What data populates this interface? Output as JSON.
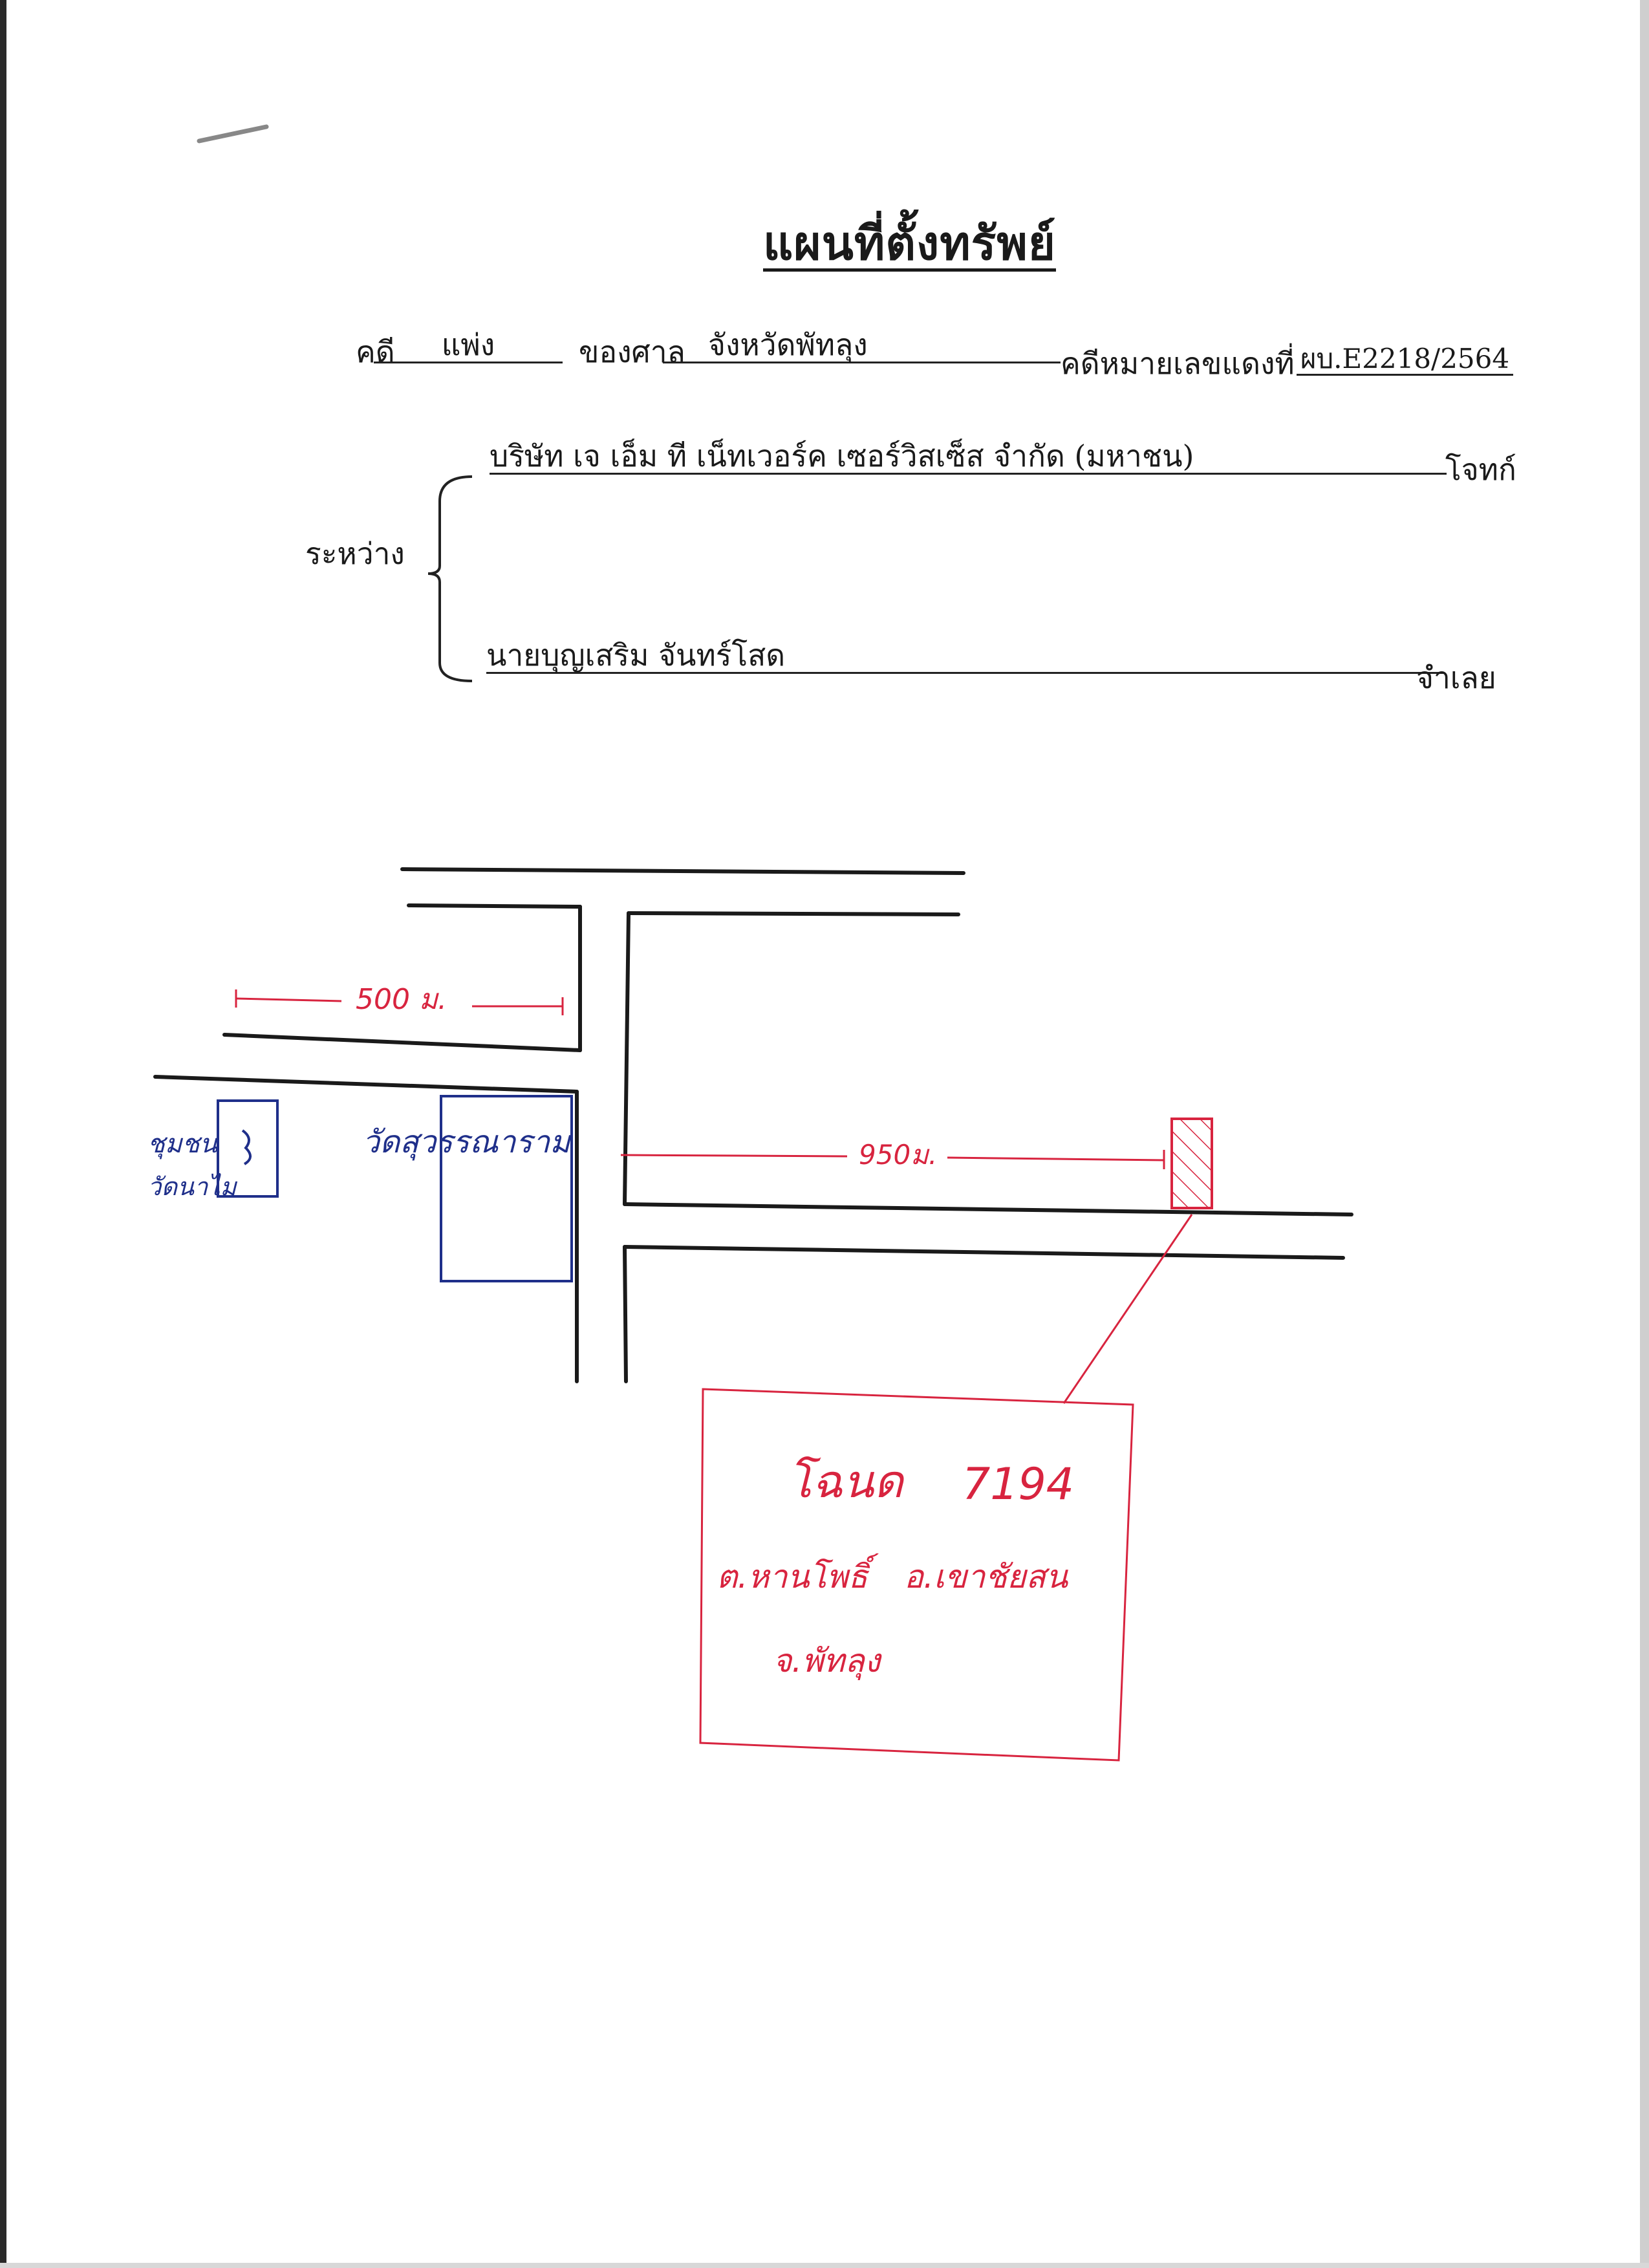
{
  "header": {
    "title": "แผนที่ตั้งทรัพย์"
  },
  "case": {
    "case_label": "คดี",
    "case_type": "แพ่ง",
    "court_label": "ของศาล",
    "court_name": "จังหวัดพัทลุง",
    "red_number_label": "คดีหมายเลขแดงที่",
    "red_number": "ผบ.E2218/2564"
  },
  "parties": {
    "between_label": "ระหว่าง",
    "plaintiff_name": "บริษัท เจ เอ็ม ที เน็ทเวอร์ค เซอร์วิสเซ็ส  จำกัด (มหาชน)",
    "plaintiff_role": "โจทก์",
    "defendant_name": "นายบุญเสริม  จันทร์โสด",
    "defendant_role": "จำเลย"
  },
  "map": {
    "distance_1": "500 ม.",
    "distance_2": "950ม.",
    "temple_label": "วัดสุวรรณาราม",
    "left_note_line1": "ชุมชน",
    "left_note_line2": "วัดนาไม",
    "deed_title": "โฉนด",
    "deed_number": "7194",
    "location_line1": "ต.หานโพธิ์",
    "location_line2": "อ.เขาชัยสน",
    "location_line3": "จ.พัทลุง",
    "colors": {
      "road": "#1a1a1a",
      "annotation_red": "#d8243f",
      "annotation_blue": "#1f2f8a"
    }
  }
}
